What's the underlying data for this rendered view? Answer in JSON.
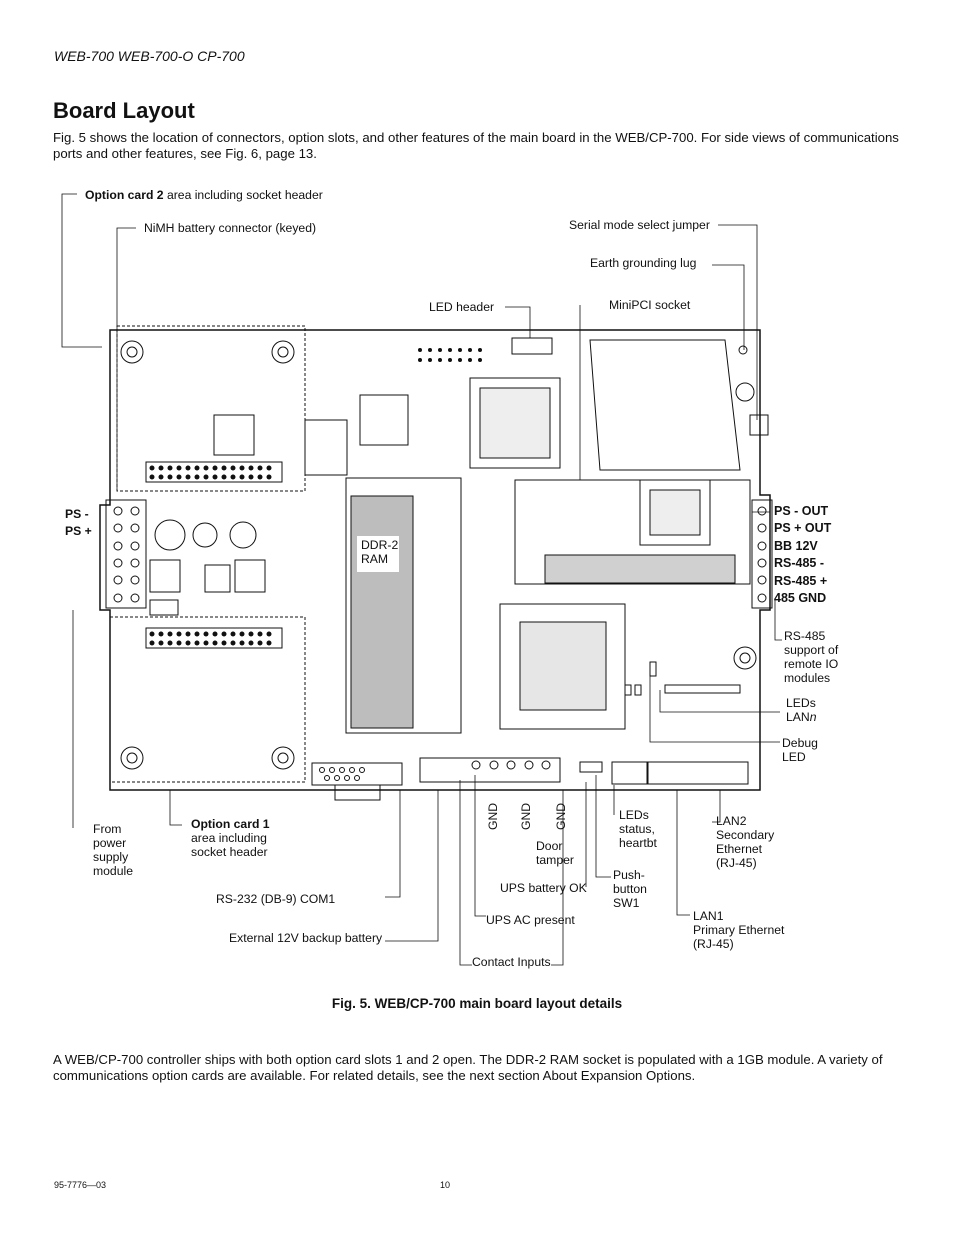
{
  "header": "WEB-700 WEB-700-O CP-700",
  "title": "Board Layout",
  "intro": "Fig. 5 shows the location of connectors, option slots, and other features of the main board in the WEB/CP-700. For side views of communications ports and other features, see Fig. 6, page 13.",
  "figure": {
    "labels": {
      "option_card_2_bold": "Option card 2",
      "option_card_2_rest": " area including socket header",
      "nimh": "NiMH battery connector (keyed)",
      "serial_mode": "Serial mode select jumper",
      "earth_lug": "Earth grounding lug",
      "led_header": "LED header",
      "minipci": "MiniPCI socket",
      "ps_minus": "PS -",
      "ps_plus": "PS +",
      "ddr2": "DDR-2",
      "ram": "RAM",
      "rs485_support": [
        "RS-485",
        "support of",
        "remote IO",
        "modules"
      ],
      "leds_lan": "LEDs",
      "leds_lan2": "LAN",
      "leds_lan2_n": "n",
      "debug_led": [
        "Debug",
        "LED"
      ],
      "from_power": [
        "From",
        "power",
        "supply",
        "module"
      ],
      "option_card_1_bold": "Option card 1",
      "option_card_1_rest": [
        "area including",
        "socket header"
      ],
      "gnd1": "GND",
      "gnd2": "GND",
      "gnd3": "GND",
      "door_tamper": [
        "Door",
        "tamper"
      ],
      "leds_status": [
        "LEDs",
        "status,",
        "heartbt"
      ],
      "lan2": [
        "LAN2",
        "Secondary",
        "Ethernet",
        "(RJ-45)"
      ],
      "ups_battery": "UPS battery OK",
      "push_button": [
        "Push-",
        "button",
        "SW1"
      ],
      "rs232": "RS-232 (DB-9) COM1",
      "ups_ac": "UPS AC present",
      "lan1": [
        "LAN1",
        "Primary Ethernet",
        "(RJ-45)"
      ],
      "ext_battery": "External 12V backup battery",
      "contact_inputs": "Contact Inputs"
    },
    "right_terminals": [
      "PS - OUT",
      "PS + OUT",
      "BB 12V",
      "RS-485 -",
      "RS-485 +",
      "485 GND"
    ]
  },
  "caption": "Fig. 5. WEB/CP-700 main board layout details",
  "outro": "A WEB/CP-700 controller ships with both option card slots 1 and 2 open. The DDR-2 RAM socket is populated with a 1GB module. A variety of communications option cards are available. For related details, see the next section About Expansion Options.",
  "footer": {
    "doc_number": "95-7776—03",
    "page": "10"
  }
}
